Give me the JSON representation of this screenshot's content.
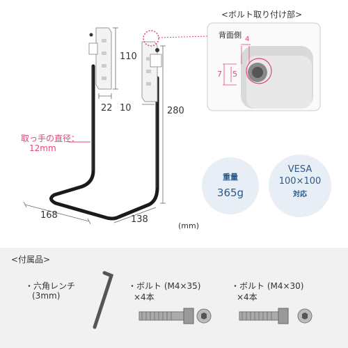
{
  "detail": {
    "title": "<ボルト取り付け部>",
    "back_side": "背面側",
    "dim_4": "4",
    "dim_7": "7",
    "dim_5": "5"
  },
  "dims": {
    "h110": "110",
    "w22": "22",
    "w10": "10",
    "h280": "280",
    "d168": "168",
    "w138": "138",
    "unit": "(mm)"
  },
  "handle": {
    "label": "取っ手の直径：",
    "value": "12mm"
  },
  "weight": {
    "label": "重量",
    "value": "365g"
  },
  "vesa": {
    "label": "VESA",
    "value": "100×100",
    "note": "対応"
  },
  "accessories": {
    "title": "<付属品>",
    "hex": {
      "line1": "・六角レンチ",
      "line2": "(3mm)"
    },
    "bolt35": {
      "line1": "・ボルト (M4×35)",
      "line2": "×4本"
    },
    "bolt30": {
      "line1": "・ボルト (M4×30)",
      "line2": "×4本"
    }
  },
  "colors": {
    "pink": "#e0457b",
    "blue": "#2a5a8a",
    "circle_bg": "#e8eef5"
  }
}
